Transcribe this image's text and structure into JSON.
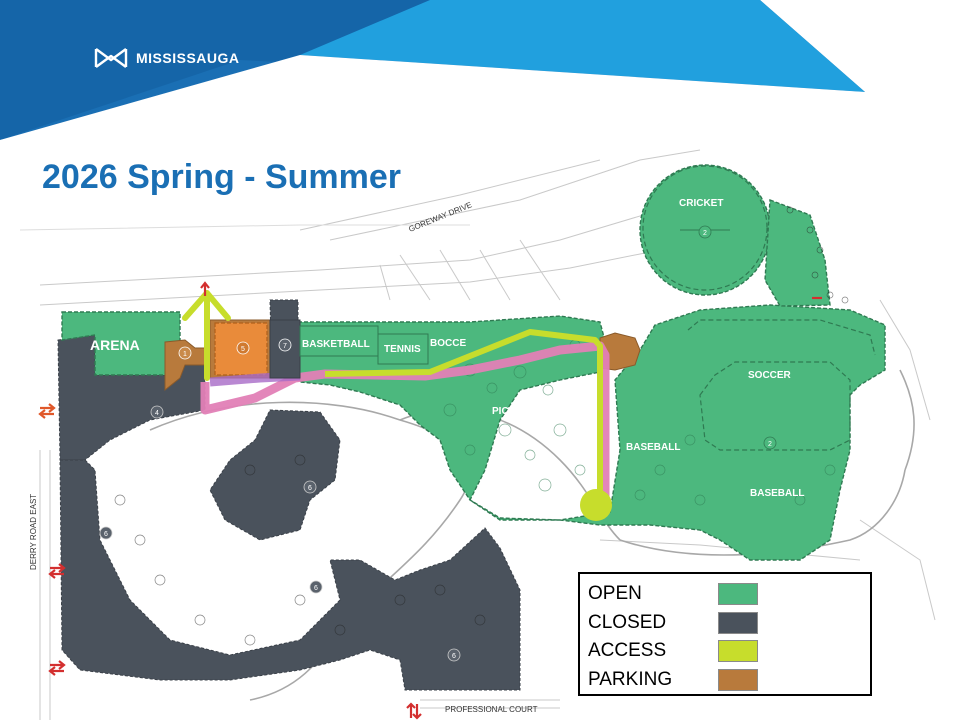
{
  "brand": {
    "name": "MISSISSAUGA"
  },
  "title": "2026 Spring - Summer",
  "colors": {
    "open": "#4cb87e",
    "closed": "#4a525c",
    "access": "#c7dd2c",
    "parking": "#b87a3c",
    "header_blue": "#1a6fb4",
    "header_light": "#21a0de",
    "construction": "#e98b3a",
    "pathway": "#e27fb6"
  },
  "map": {
    "streets": {
      "goreway": "GOREWAY DRIVE",
      "derry": "DERRY ROAD EAST",
      "professional": "PROFESSIONAL COURT"
    },
    "facilities": {
      "arena": "ARENA",
      "basketball": "BASKETBALL",
      "tennis": "TENNIS",
      "bocce": "BOCCE",
      "picnic": "PICNIC",
      "baseball_1": "BASEBALL",
      "baseball_2": "BASEBALL",
      "soccer": "SOCCER",
      "cricket": "CRICKET"
    },
    "phases": {
      "p1": "1",
      "p2a": "2",
      "p2b": "2",
      "p4": "4",
      "p5": "5",
      "p6a": "6",
      "p6b": "6",
      "p6c": "6",
      "p6d": "6",
      "p7": "7"
    }
  },
  "legend": {
    "items": [
      {
        "label": "OPEN",
        "color": "#4cb87e"
      },
      {
        "label": "CLOSED",
        "color": "#4a525c"
      },
      {
        "label": "ACCESS",
        "color": "#c7dd2c"
      },
      {
        "label": "PARKING",
        "color": "#b87a3c"
      }
    ]
  }
}
